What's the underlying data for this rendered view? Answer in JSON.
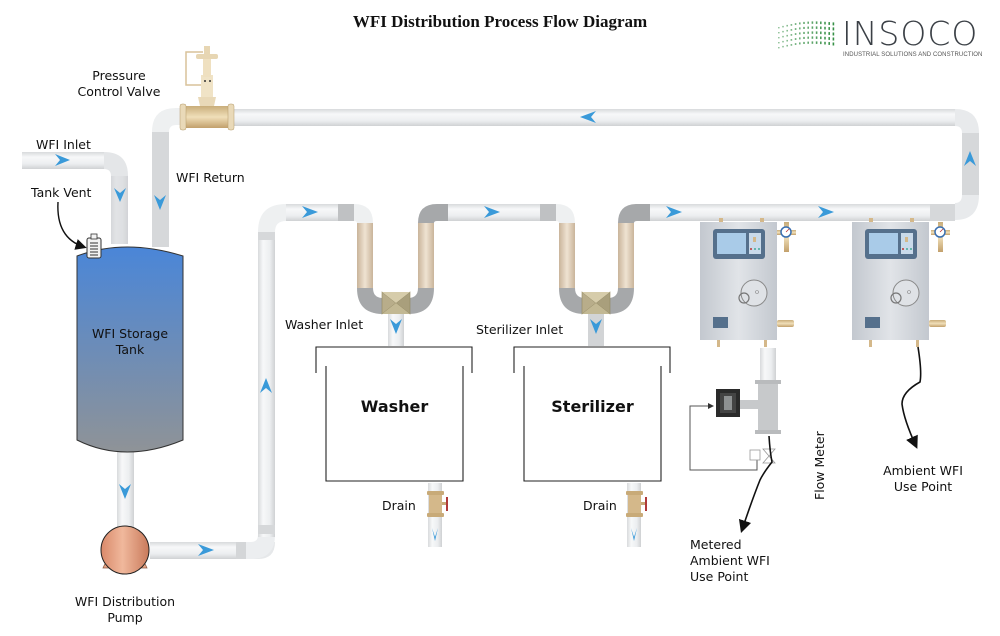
{
  "title": "WFI Distribution Process Flow Diagram",
  "logo": {
    "name": "INSOCO",
    "tagline": "INDUSTRIAL SOLUTIONS AND CONSTRUCTION",
    "brand_color": "#2e8b3e"
  },
  "labels": {
    "pressure_control_valve": [
      "Pressure",
      "Control Valve"
    ],
    "wfi_inlet": "WFI Inlet",
    "tank_vent": "Tank Vent",
    "wfi_return": "WFI Return",
    "storage_tank": [
      "WFI Storage",
      "Tank"
    ],
    "distribution_pump": [
      "WFI Distribution",
      "Pump"
    ],
    "washer_inlet": "Washer Inlet",
    "sterilizer_inlet": "Sterilizer Inlet",
    "washer": "Washer",
    "sterilizer": "Sterilizer",
    "washer_drain": "Drain",
    "sterilizer_drain": "Drain",
    "flow_meter": "Flow Meter",
    "metered_use_point": [
      "Metered",
      "Ambient WFI",
      "Use Point"
    ],
    "ambient_use_point": [
      "Ambient WFI",
      "Use Point"
    ]
  },
  "colors": {
    "flow_arrow": "#3a9ad9",
    "pipe": "#eceef0",
    "pipe_dark": "#c9cbcd",
    "tank_top": "#4a86d8",
    "tank_bottom": "#8c9196",
    "pump": "#e29a78",
    "brass": "#d8c29a",
    "valve_body": "#bdb38e",
    "skid": "#d4d8de",
    "screen": "#a9cbe8",
    "panel": "#55708c"
  },
  "flow_directions": {
    "inlet": "right",
    "tank_in": "down",
    "return_in": "down",
    "tank_out": "down",
    "pump_out": "right",
    "riser": "up",
    "header_1": "right",
    "header_2": "right",
    "header_3": "right",
    "header_4": "right",
    "return_riser": "up",
    "return_header": "left",
    "washer_inlet": "down",
    "sterilizer_inlet": "down",
    "washer_drain": "down",
    "sterilizer_drain": "down"
  }
}
